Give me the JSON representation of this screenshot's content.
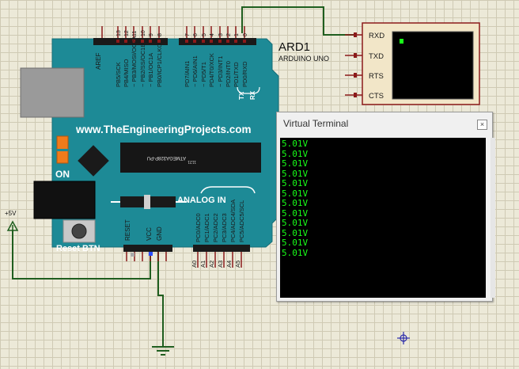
{
  "component": {
    "designator": "ARD1",
    "part_name": "ARDUINO UNO"
  },
  "board": {
    "website": "www.TheEngineeringProjects.com",
    "chip_text": "ATMEGA328P-PU",
    "chip_code": "1121",
    "on_label": "ON",
    "reset_label": "Reset BTN",
    "analog_label": "ANALOG IN",
    "tx_label": "TX",
    "rx_label": "RX",
    "aref_label": "AREF",
    "reset_pin_label": "RESET",
    "vcc_label": "VCC",
    "gnd_label": "GND",
    "digital_pin_numbers": [
      "13",
      "12",
      "11",
      "10",
      "9",
      "8",
      "7",
      "6",
      "5",
      "4",
      "3",
      "2",
      "1",
      "0"
    ],
    "port_b_labels": [
      "PB5/SCK",
      "PB4/MISO",
      "~ PB3/MOSI/OC2A",
      "~ PB2/SS/OC1B",
      "~ PB1/OC1A",
      "PB0/ICP1/CLKO"
    ],
    "port_d_labels": [
      "PD7/AIN1",
      "~ PD6/AIN1",
      "~ PD5/T1",
      "PD4/T0/XCK",
      "~ PD3/INT1",
      "PD2/INT0",
      "PD1/TXD",
      "PD0/RXD"
    ],
    "analog_pin_labels": [
      "PC0/ADC0",
      "PC1/ADC1",
      "PC2/ADC2",
      "PC3/ADC3",
      "PC4/ADC4/SDA",
      "PC5/ADC5/SCL"
    ],
    "analog_pin_numbers": [
      "A0",
      "A1",
      "A2",
      "A3",
      "A4",
      "A5"
    ]
  },
  "power": {
    "label": "+5V"
  },
  "terminal_device": {
    "pins": [
      "RXD",
      "TXD",
      "RTS",
      "CTS"
    ]
  },
  "virtual_terminal": {
    "title": "Virtual Terminal",
    "close_label": "×",
    "lines": [
      "5.01V",
      "5.01V",
      "5.01V",
      "5.01V",
      "5.01V",
      "5.01V",
      "5.01V",
      "5.01V",
      "5.01V",
      "5.01V",
      "5.01V",
      "5.01V"
    ]
  },
  "colors": {
    "board_teal": "#1d8a96",
    "wire": "#1f5e1f",
    "header_red": "#8b1a1a",
    "terminal_text": "#19ff19",
    "terminal_body": "#f2e6c8"
  },
  "icons": {
    "power_terminal": "power-arrow-icon",
    "ground": "ground-symbol-icon",
    "probe": "crosshair-marker-icon"
  }
}
